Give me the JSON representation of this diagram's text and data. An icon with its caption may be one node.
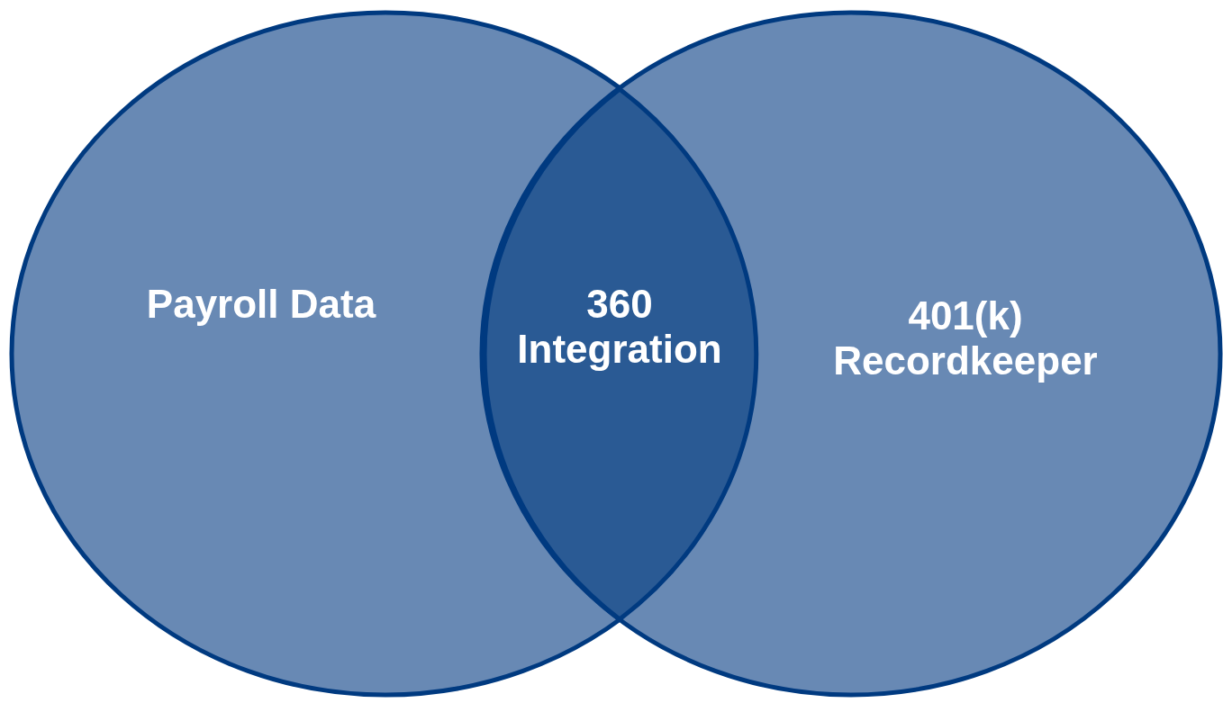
{
  "diagram": {
    "nodes": [
      {
        "text": [
          "Payroll Data"
        ]
      },
      {
        "text": [
          "401(k) Recordkeeper"
        ]
      },
      {
        "text": [
          "360 Integration"
        ]
      }
    ]
  }
}
